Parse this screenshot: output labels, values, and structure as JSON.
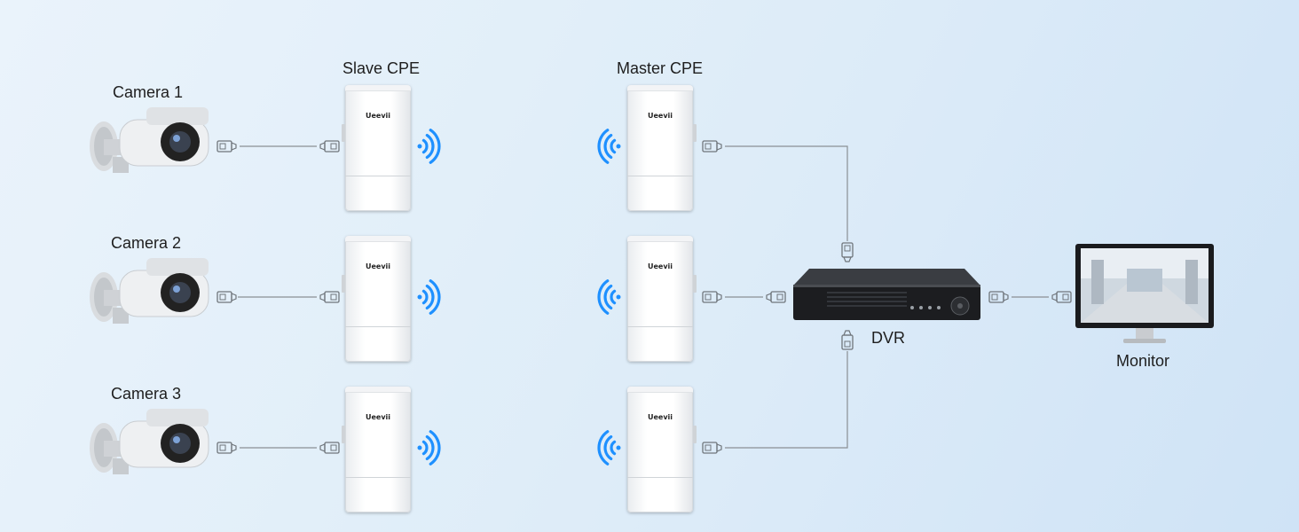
{
  "labels": {
    "camera_1": "Camera 1",
    "camera_2": "Camera 2",
    "camera_3": "Camera 3",
    "slave_cpe": "Slave CPE",
    "master_cpe": "Master CPE",
    "dvr": "DVR",
    "monitor": "Monitor",
    "brand": "Ueevii"
  },
  "colors": {
    "wifi_blue": "#1e90ff",
    "cable": "#8a8f94",
    "connector": "#6f757b"
  },
  "icons": [
    "ethernet-connector-icon",
    "wifi-signal-icon"
  ]
}
